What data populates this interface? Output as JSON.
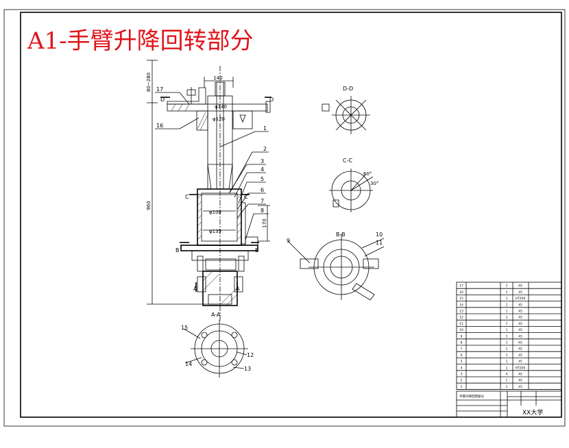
{
  "title": "A1-手臂升降回转部分",
  "dimensions": {
    "top_stroke": "80~280",
    "overall_height": "960",
    "width_top": "140",
    "dia_140": "φ140",
    "dia_120": "φ120",
    "dia_100": "φ100",
    "dia_135": "φ135",
    "stroke_170": "170"
  },
  "section_labels": {
    "d_left": "D",
    "d_right": "D",
    "c_left": "C",
    "c_right": "C",
    "b_left": "B",
    "b_right": "B",
    "a_left": "A",
    "a_right": "A",
    "dd": "D-D",
    "cc": "C-C",
    "bb": "B-B",
    "aa": "A-A",
    "angle_1": "60°",
    "angle_2": "30°"
  },
  "part_numbers": [
    "1",
    "2",
    "3",
    "4",
    "5",
    "6",
    "7",
    "8",
    "9",
    "10",
    "11",
    "12",
    "13",
    "14",
    "15",
    "16",
    "17"
  ],
  "bom_rows": [
    [
      "17",
      "",
      "1",
      "45"
    ],
    [
      "16",
      "",
      "1",
      "45"
    ],
    [
      "15",
      "",
      "1",
      "HT200"
    ],
    [
      "14",
      "",
      "1",
      "45"
    ],
    [
      "13",
      "",
      "1",
      "45"
    ],
    [
      "12",
      "",
      "1",
      "45"
    ],
    [
      "11",
      "",
      "1",
      "45"
    ],
    [
      "10",
      "",
      "1",
      "45"
    ],
    [
      "9",
      "",
      "1",
      "45"
    ],
    [
      "8",
      "",
      "1",
      "45"
    ],
    [
      "7",
      "",
      "1",
      "45"
    ],
    [
      "6",
      "",
      "1",
      "45"
    ],
    [
      "5",
      "",
      "1",
      "45"
    ],
    [
      "4",
      "",
      "1",
      "HT200"
    ],
    [
      "3",
      "",
      "4",
      "45"
    ],
    [
      "2",
      "",
      "1",
      "45"
    ],
    [
      "1",
      "",
      "1",
      "45"
    ]
  ],
  "title_block": {
    "drawing_name": "手臂升降回转部分",
    "school": "XX大学"
  }
}
